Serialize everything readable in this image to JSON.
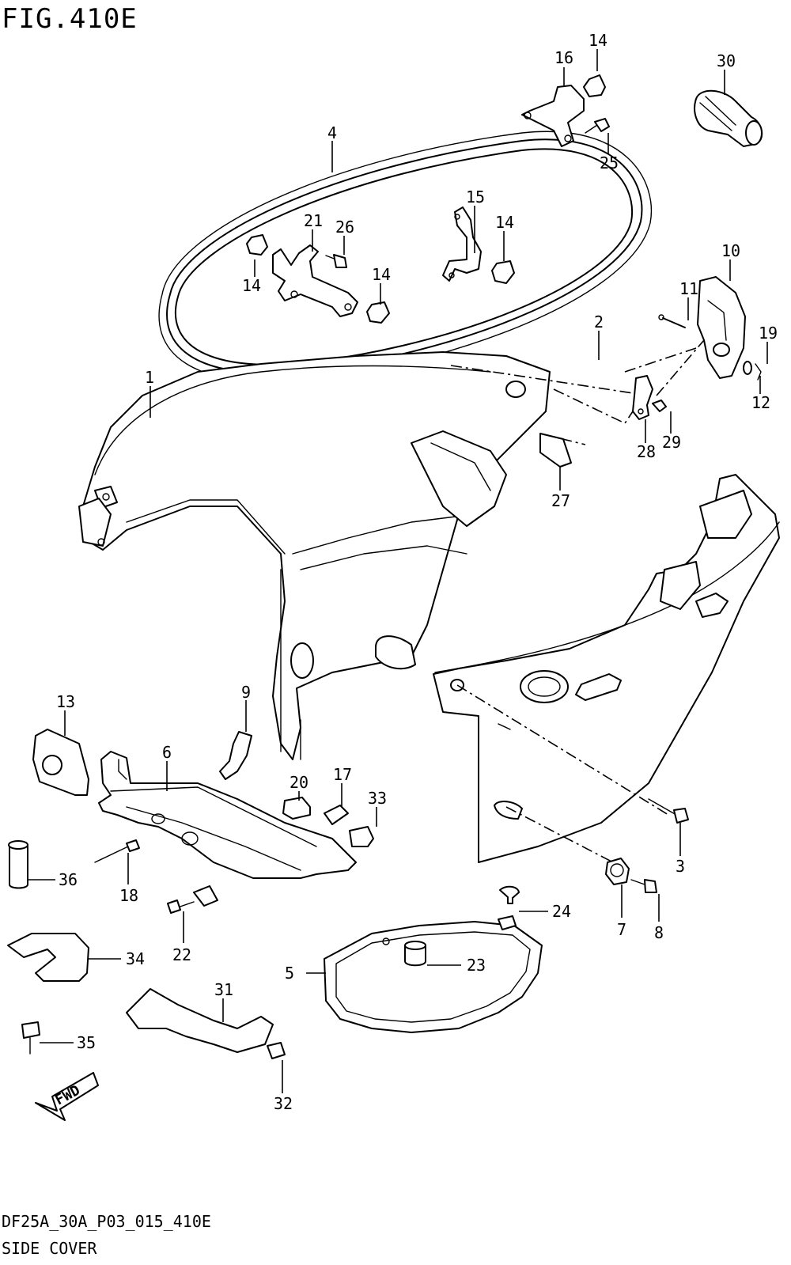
{
  "figure": {
    "title": "FIG.410E",
    "code": "DF25A_30A_P03_015_410E",
    "name": "SIDE COVER"
  },
  "fwd_label": "FWD",
  "part_numbers": {
    "p1": "1",
    "p2": "2",
    "p3": "3",
    "p4": "4",
    "p5": "5",
    "p6": "6",
    "p7": "7",
    "p8": "8",
    "p9": "9",
    "p10": "10",
    "p11": "11",
    "p12": "12",
    "p13": "13",
    "p14a": "14",
    "p14b": "14",
    "p14c": "14",
    "p14d": "14",
    "p15": "15",
    "p16": "16",
    "p17": "17",
    "p18": "18",
    "p19": "19",
    "p20": "20",
    "p21": "21",
    "p22": "22",
    "p23": "23",
    "p24": "24",
    "p25": "25",
    "p26": "26",
    "p27": "27",
    "p28": "28",
    "p29": "29",
    "p30": "30",
    "p31": "31",
    "p32": "32",
    "p33": "33",
    "p34": "34",
    "p35": "35",
    "p36": "36"
  }
}
